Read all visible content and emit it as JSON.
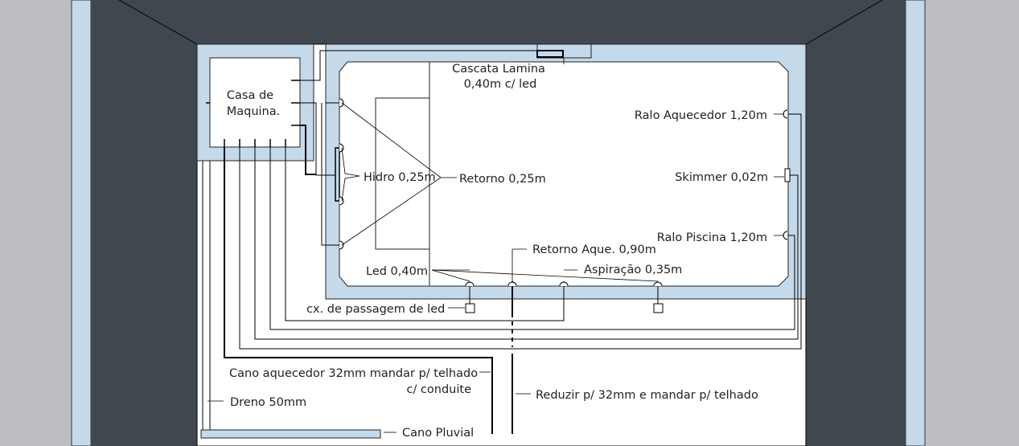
{
  "colors": {
    "outside": "#bdbdc1",
    "wall_blue": "#c4d9ea",
    "wall_dark": "#40474f",
    "floor": "#ffffff",
    "pool_edge": "#c4d9ea",
    "line": "#1a1a1a"
  },
  "labels": {
    "machine_house_l1": "Casa de",
    "machine_house_l2": "Maquina.",
    "cascade_l1": "Cascata Lamina",
    "cascade_l2": "0,40m c/ led",
    "heater_drain": "Ralo Aquecedor 1,20m",
    "skimmer": "Skimmer 0,02m",
    "pool_drain": "Ralo Piscina 1,20m",
    "hydro": "Hidro 0,25m",
    "return": "Retorno 0,25m",
    "heater_return": "Retorno Aque. 0,90m",
    "led": "Led 0,40m",
    "aspiration": "Aspiração 0,35m",
    "led_box": "cx. de passagem de led",
    "heater_pipe_l1": "Cano aquecedor 32mm mandar p/ telhado",
    "heater_pipe_l2": "c/ conduite",
    "reduce": "Reduzir p/ 32mm e mandar p/ telhado",
    "drain": "Dreno 50mm",
    "rain_pipe": "Cano Pluvial"
  }
}
